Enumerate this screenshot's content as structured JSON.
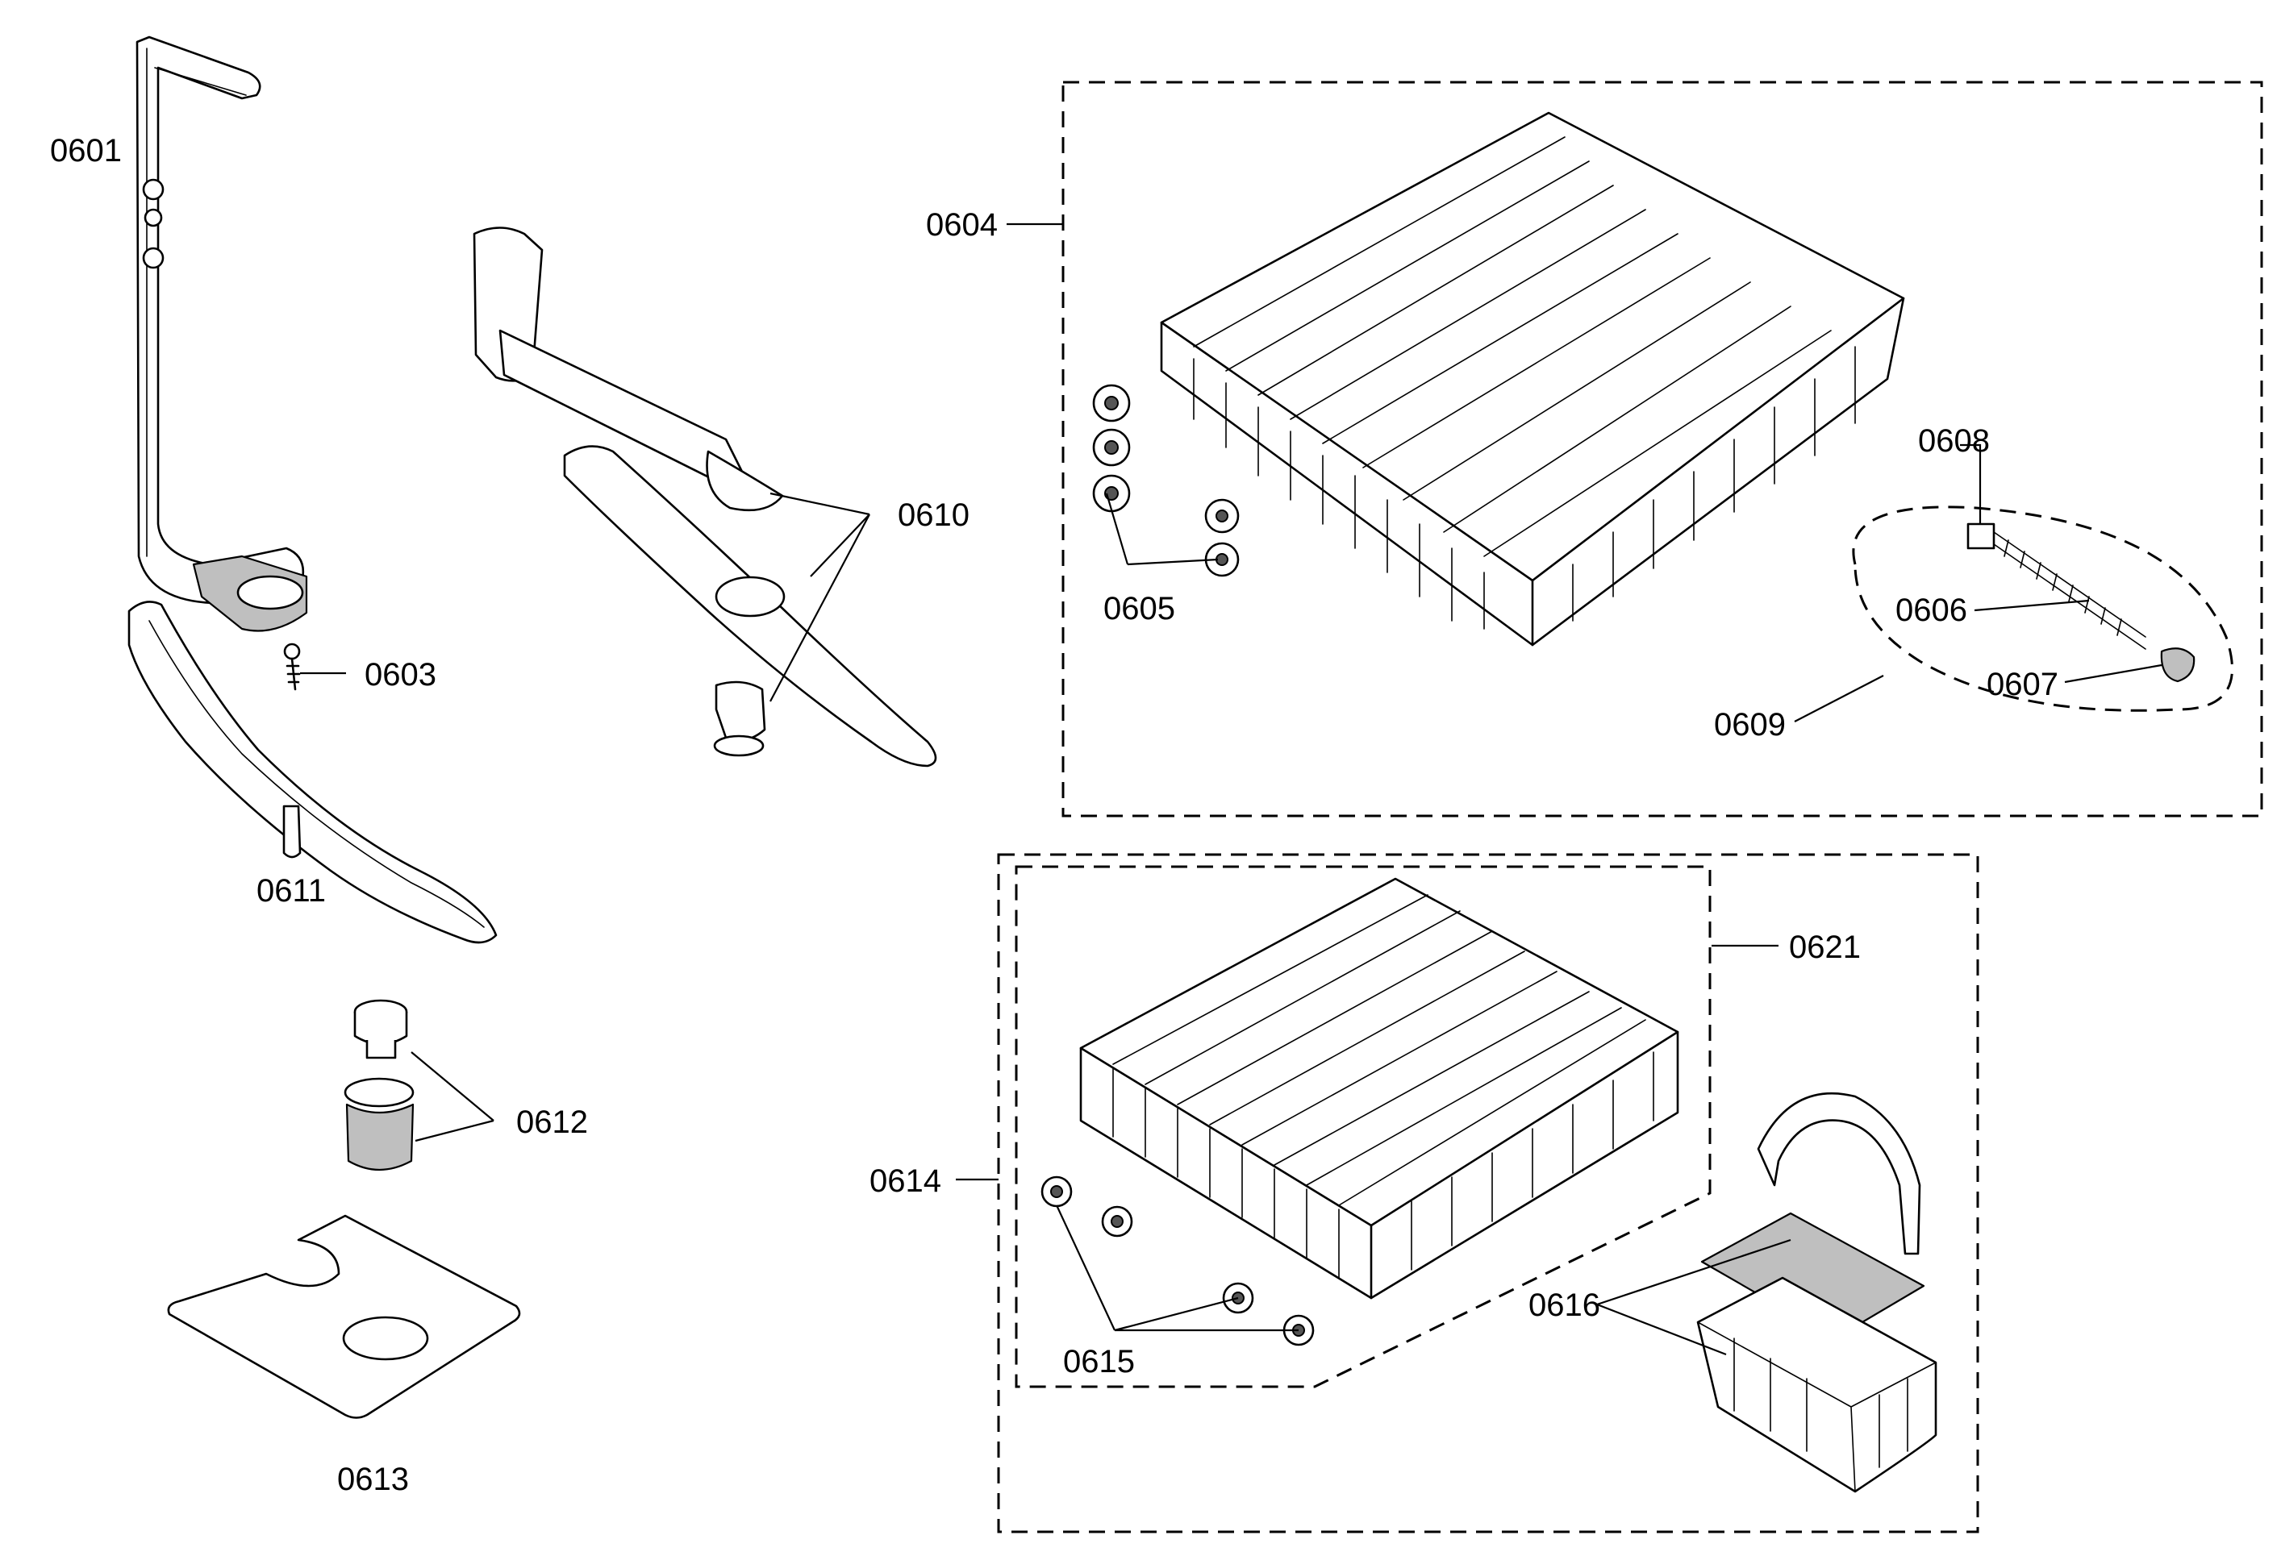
{
  "diagram": {
    "labels": {
      "p0601": "0601",
      "p0603": "0603",
      "p0604": "0604",
      "p0605": "0605",
      "p0606": "0606",
      "p0607": "0607",
      "p0608": "0608",
      "p0609": "0609",
      "p0610": "0610",
      "p0611": "0611",
      "p0612": "0612",
      "p0613": "0613",
      "p0614": "0614",
      "p0615": "0615",
      "p0616": "0616",
      "p0621": "0621"
    }
  }
}
